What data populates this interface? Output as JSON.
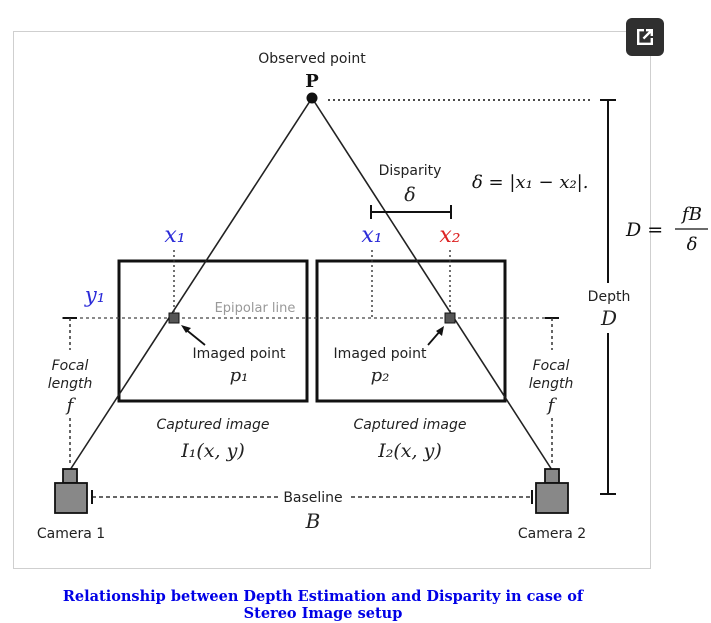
{
  "diagram": {
    "observed_point_label": "Observed point",
    "point_symbol": "P",
    "disparity_label": "Disparity",
    "disparity_symbol": "δ",
    "disparity_formula": "δ = |x₁ − x₂|.",
    "depth_formula_left": "D =",
    "depth_formula_num": "fB",
    "depth_formula_den": "δ",
    "x1_left": "x₁",
    "x1_right": "x₁",
    "x2_right": "x₂",
    "y1": "y₁",
    "epipolar_label": "Epipolar line",
    "imaged_point_label_1": "Imaged point",
    "imaged_point_label_2": "Imaged point",
    "p1": "p₁",
    "p2": "p₂",
    "focal_length_label_line1": "Focal",
    "focal_length_label_line2": "length",
    "focal_symbol": "f",
    "captured_image_label_1": "Captured image",
    "captured_image_label_2": "Captured image",
    "i1": "I₁(x, y)",
    "i2": "I₂(x, y)",
    "depth_label": "Depth",
    "depth_symbol": "D",
    "baseline_label": "Baseline",
    "baseline_symbol": "B",
    "camera1_label": "Camera 1",
    "camera2_label": "Camera 2",
    "colors": {
      "x_blue": "#2b2bd8",
      "x_red": "#dd2222",
      "caption_blue": "#0000e6"
    }
  },
  "open_button_icon": "open-in-new-icon",
  "caption": {
    "line1": "Relationship between Depth Estimation and Disparity in case of",
    "line2": "Stereo Image setup"
  }
}
